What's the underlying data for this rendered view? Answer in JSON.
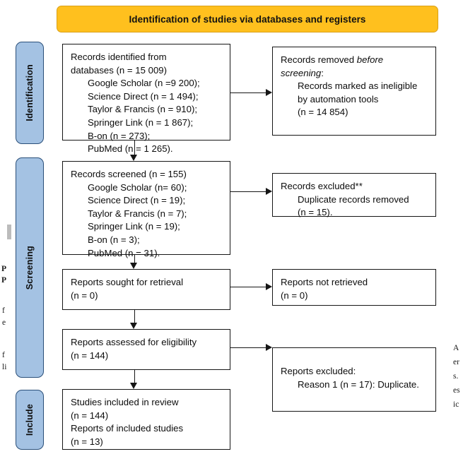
{
  "banner": {
    "title": "Identification of studies via databases and registers",
    "color": "#FFC01E"
  },
  "stages": [
    {
      "label": "Identification"
    },
    {
      "label": "Screening"
    },
    {
      "label": "Include"
    }
  ],
  "stage_color": "#A4C2E3",
  "boxes": {
    "identified": {
      "lines": [
        "Records identified from",
        "databases (n = 15 009)"
      ],
      "sources": [
        "Google Scholar (n =9 200);",
        "Science Direct (n = 1 494);",
        "Taylor & Francis (n = 910);",
        "Springer Link (n = 1 867);",
        "B-on (n = 273);",
        "PubMed (n = 1 265)."
      ]
    },
    "removed": {
      "line1_plain": "Records removed ",
      "line1_italic": "before",
      "line2_italic": "screening",
      "line2_plain": ":",
      "detail": [
        "Records marked as ineligible",
        "by automation tools",
        "(n = 14 854)"
      ]
    },
    "screened": {
      "heading": "Records screened (n = 155)",
      "sources": [
        "Google Scholar (n= 60);",
        "Science Direct (n = 19);",
        "Taylor & Francis (n = 7);",
        "Springer Link (n = 19);",
        "B-on (n = 3);",
        "PubMed (n = 31)."
      ]
    },
    "excluded": {
      "heading": "Records excluded**",
      "detail": [
        "Duplicate records removed",
        "(n = 15)."
      ]
    },
    "sought": {
      "lines": [
        "Reports sought for retrieval",
        "(n = 0)"
      ]
    },
    "not_retrieved": {
      "lines": [
        "Reports not retrieved",
        "(n = 0)"
      ]
    },
    "assessed": {
      "lines": [
        "Reports assessed for eligibility",
        "(n = 144)"
      ]
    },
    "reports_excluded": {
      "heading": "Reports excluded:",
      "detail": [
        "Reason 1 (n = 17): Duplicate."
      ]
    },
    "included": {
      "lines": [
        "Studies included in review",
        "(n = 144)",
        "Reports of included studies",
        "(n = 13)"
      ]
    }
  },
  "edge_fragments": {
    "left": [
      "P",
      "P",
      "f",
      "e",
      "f",
      "li"
    ],
    "right": [
      "A",
      "er",
      "s.",
      "es",
      "ic"
    ]
  }
}
